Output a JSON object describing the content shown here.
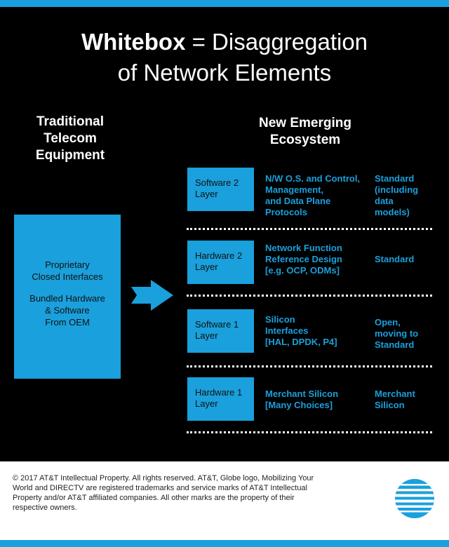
{
  "title": {
    "bold": "Whitebox",
    "rest": " = Disaggregation",
    "line2": "of Network Elements"
  },
  "traditional": {
    "heading_lines": [
      "Traditional",
      "Telecom",
      "Equipment"
    ],
    "box_para1": [
      "Proprietary",
      "Closed Interfaces"
    ],
    "box_para2": [
      "Bundled Hardware",
      "& Software",
      "From OEM"
    ]
  },
  "emerging": {
    "heading_lines": [
      "New Emerging",
      "Ecosystem"
    ],
    "layers": [
      {
        "name": [
          "Software 2",
          "Layer"
        ],
        "desc": [
          "N/W O.S. and Control,",
          "Management,",
          "and Data Plane",
          "Protocols"
        ],
        "standard": [
          "Standard",
          "(including",
          "data",
          "models)"
        ]
      },
      {
        "name": [
          "Hardware 2",
          "Layer"
        ],
        "desc": [
          "Network Function",
          "Reference Design",
          "[e.g. OCP, ODMs]"
        ],
        "standard": [
          "Standard"
        ]
      },
      {
        "name": [
          "Software 1",
          "Layer"
        ],
        "desc": [
          "Silicon",
          "Interfaces",
          "[HAL, DPDK, P4]"
        ],
        "standard": [
          "Open,",
          "moving to",
          "Standard"
        ]
      },
      {
        "name": [
          "Hardware 1",
          "Layer"
        ],
        "desc": [
          "Merchant Silicon",
          "[Many Choices]"
        ],
        "standard": [
          "Merchant",
          "Silicon"
        ]
      }
    ]
  },
  "footer": {
    "lines": [
      "© 2017 AT&T Intellectual Property. All rights reserved. AT&T, Globe logo, Mobilizing Your",
      "World and DIRECTV are registered trademarks and service marks of AT&T Intellectual",
      "Property and/or AT&T affiliated companies. All other marks are the property of their",
      "respective owners."
    ]
  },
  "colors": {
    "accent": "#1aa0dc",
    "background": "#000000",
    "footer_bg": "#ffffff"
  },
  "icons": {
    "arrow": "right-arrow-icon",
    "logo": "att-globe-logo"
  }
}
